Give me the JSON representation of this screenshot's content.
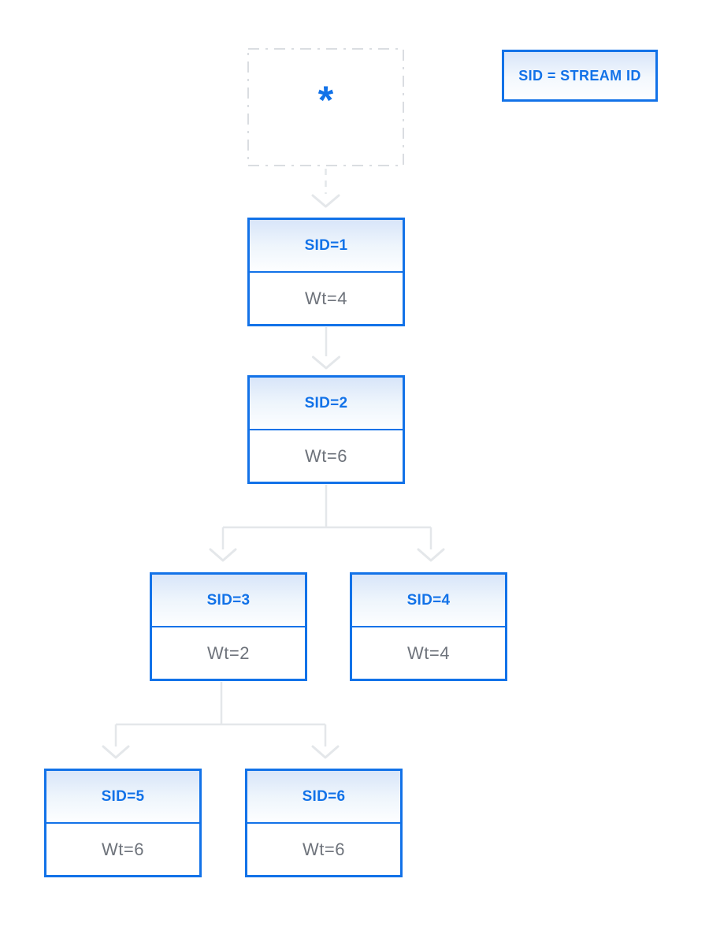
{
  "legend": {
    "label": "SID = STREAM ID"
  },
  "root": {
    "symbol": "*"
  },
  "nodes": [
    {
      "sid_label": "SID=1",
      "wt_label": "Wt=4"
    },
    {
      "sid_label": "SID=2",
      "wt_label": "Wt=6"
    },
    {
      "sid_label": "SID=3",
      "wt_label": "Wt=2"
    },
    {
      "sid_label": "SID=4",
      "wt_label": "Wt=4"
    },
    {
      "sid_label": "SID=5",
      "wt_label": "Wt=6"
    },
    {
      "sid_label": "SID=6",
      "wt_label": "Wt=6"
    }
  ],
  "edges": [
    {
      "from": "root",
      "to": "SID=1",
      "style": "dashed"
    },
    {
      "from": "SID=1",
      "to": "SID=2",
      "style": "solid"
    },
    {
      "from": "SID=2",
      "to": "SID=3",
      "style": "solid"
    },
    {
      "from": "SID=2",
      "to": "SID=4",
      "style": "solid"
    },
    {
      "from": "SID=3",
      "to": "SID=5",
      "style": "solid"
    },
    {
      "from": "SID=3",
      "to": "SID=6",
      "style": "solid"
    }
  ],
  "colors": {
    "accent_blue": "#1272e8",
    "node_gradient_top": "#d8e5f9",
    "wt_text": "#6e737b",
    "connector": "#e4e7ea",
    "ghost": "#dadde1"
  }
}
